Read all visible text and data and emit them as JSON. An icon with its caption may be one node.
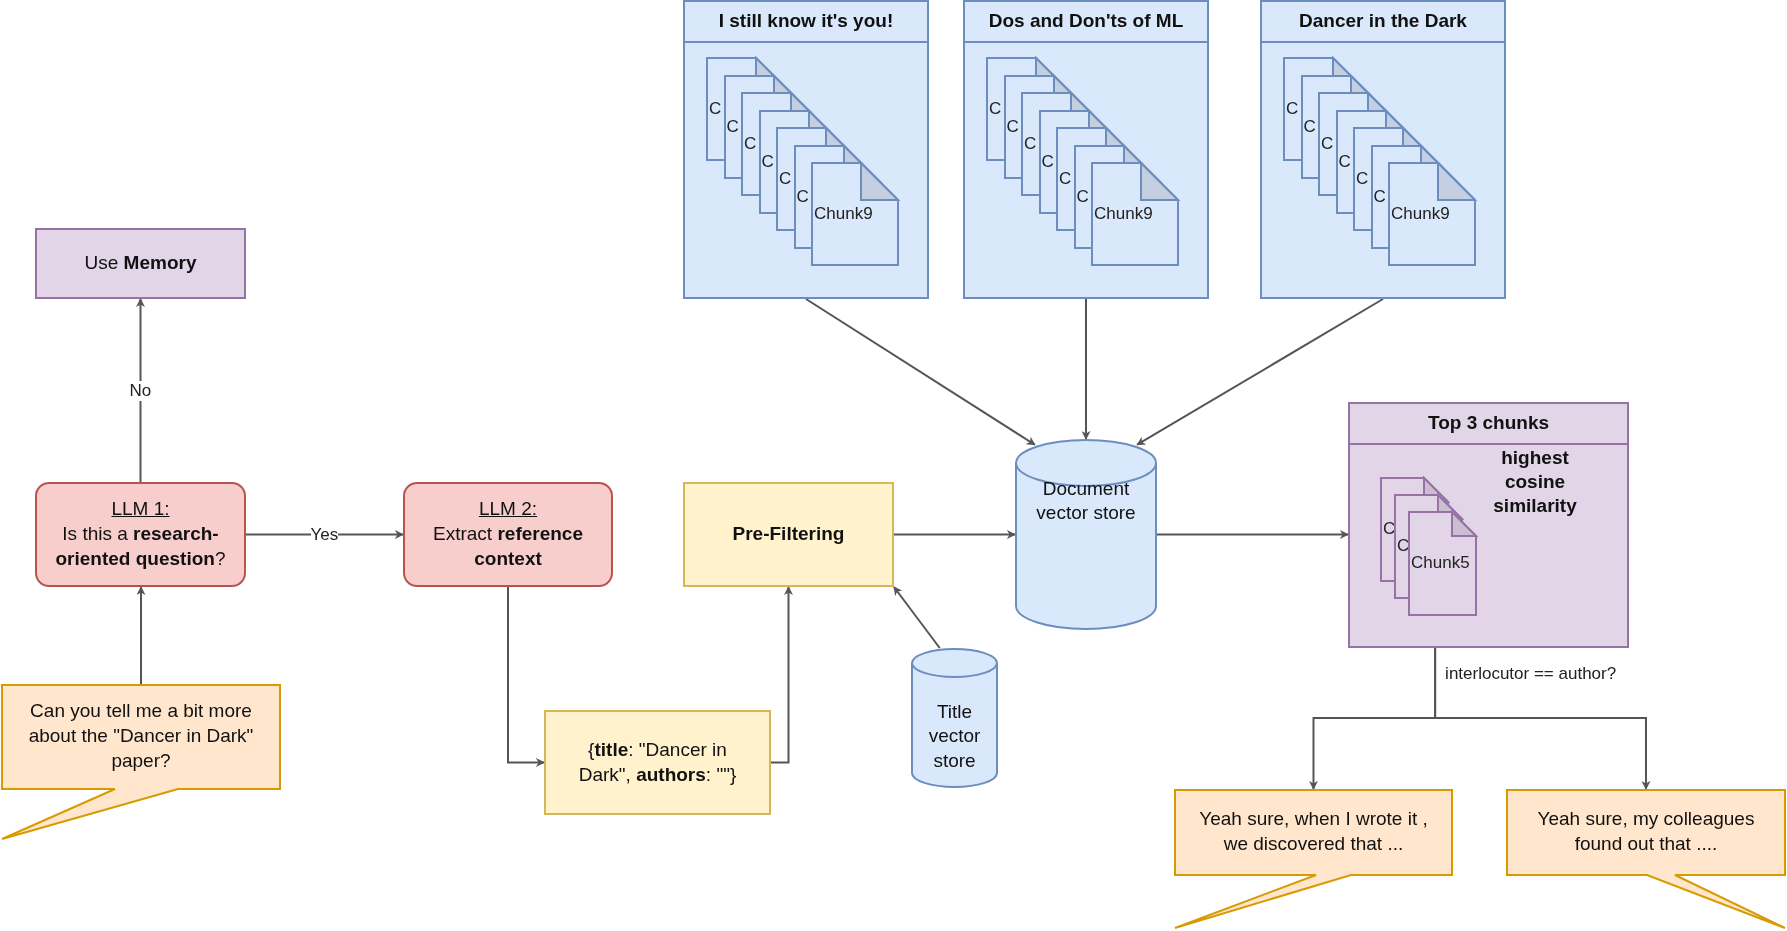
{
  "diagram": {
    "nodes": [
      {
        "text": [
          "I still know it's you!"
        ]
      },
      {
        "text": [
          "C"
        ],
        "in": 0
      },
      {
        "text": [
          "C"
        ],
        "in": 0
      },
      {
        "text": [
          "C"
        ],
        "in": 0
      },
      {
        "text": [
          "C"
        ],
        "in": 0
      },
      {
        "text": [
          "C"
        ],
        "in": 0
      },
      {
        "text": [
          "C"
        ],
        "in": 0
      },
      {
        "text": [
          "Chunk9"
        ],
        "in": 0
      },
      {
        "text": [
          "Dos and Don'ts of ML"
        ]
      },
      {
        "text": [
          "C"
        ],
        "in": 8
      },
      {
        "text": [
          "C"
        ],
        "in": 8
      },
      {
        "text": [
          "C"
        ],
        "in": 8
      },
      {
        "text": [
          "C"
        ],
        "in": 8
      },
      {
        "text": [
          "C"
        ],
        "in": 8
      },
      {
        "text": [
          "C"
        ],
        "in": 8
      },
      {
        "text": [
          "Chunk9"
        ],
        "in": 8
      },
      {
        "text": [
          "Dancer in the Dark"
        ]
      },
      {
        "text": [
          "C"
        ],
        "in": 16
      },
      {
        "text": [
          "C"
        ],
        "in": 16
      },
      {
        "text": [
          "C"
        ],
        "in": 16
      },
      {
        "text": [
          "C"
        ],
        "in": 16
      },
      {
        "text": [
          "C"
        ],
        "in": 16
      },
      {
        "text": [
          "C"
        ],
        "in": 16
      },
      {
        "text": [
          "Chunk9"
        ],
        "in": 16
      },
      {
        "text": [
          "Use **Memory**"
        ]
      },
      {
        "text": [
          "Top 3 chunks",
          "highest cosine similarity"
        ]
      },
      {
        "text": [
          "C"
        ],
        "in": 25
      },
      {
        "text": [
          "C"
        ],
        "in": 25
      },
      {
        "text": [
          "Chunk5"
        ],
        "in": 25
      },
      {
        "text": [
          "Document vector store"
        ]
      },
      {
        "text": [
          "LLM 1:",
          "Is this a **research-oriented question**?"
        ]
      },
      {
        "text": [
          "LLM 2:",
          "Extract **reference context**"
        ]
      },
      {
        "text": [
          "Pre-Filtering"
        ]
      },
      {
        "text": [
          "Can you tell me a bit more about the \"Dancer in Dark\" paper?"
        ]
      },
      {
        "text": [
          "{**title**: \"Dancer in Dark\", **authors**: \"\"}"
        ]
      },
      {
        "text": [
          "Title vector store"
        ]
      },
      {
        "text": [
          "Yeah sure, when I wrote it , we discovered that ..."
        ]
      },
      {
        "text": [
          "Yeah sure, my colleagues found out that ...."
        ]
      }
    ],
    "edges": [
      {
        "from": 30,
        "to": 24,
        "arrow": "to",
        "label": "No"
      },
      {
        "from": 30,
        "to": 31,
        "arrow": "to",
        "label": "Yes"
      },
      {
        "from": 33,
        "to": 30,
        "arrow": "to"
      },
      {
        "from": 31,
        "to": 34,
        "arrow": "to"
      },
      {
        "from": 34,
        "to": 32,
        "arrow": "to"
      },
      {
        "from": 35,
        "to": 32,
        "arrow": "to"
      },
      {
        "from": 32,
        "to": 29,
        "arrow": "to"
      },
      {
        "from": 0,
        "to": 29,
        "arrow": "to"
      },
      {
        "from": 8,
        "to": 29,
        "arrow": "to"
      },
      {
        "from": 16,
        "to": 29,
        "arrow": "to"
      },
      {
        "from": 29,
        "to": 25,
        "arrow": "to"
      },
      {
        "from": 25,
        "to": 36,
        "arrow": "to",
        "label": "interlocutor == author?"
      },
      {
        "from": 25,
        "to": 37,
        "arrow": "to"
      }
    ]
  }
}
